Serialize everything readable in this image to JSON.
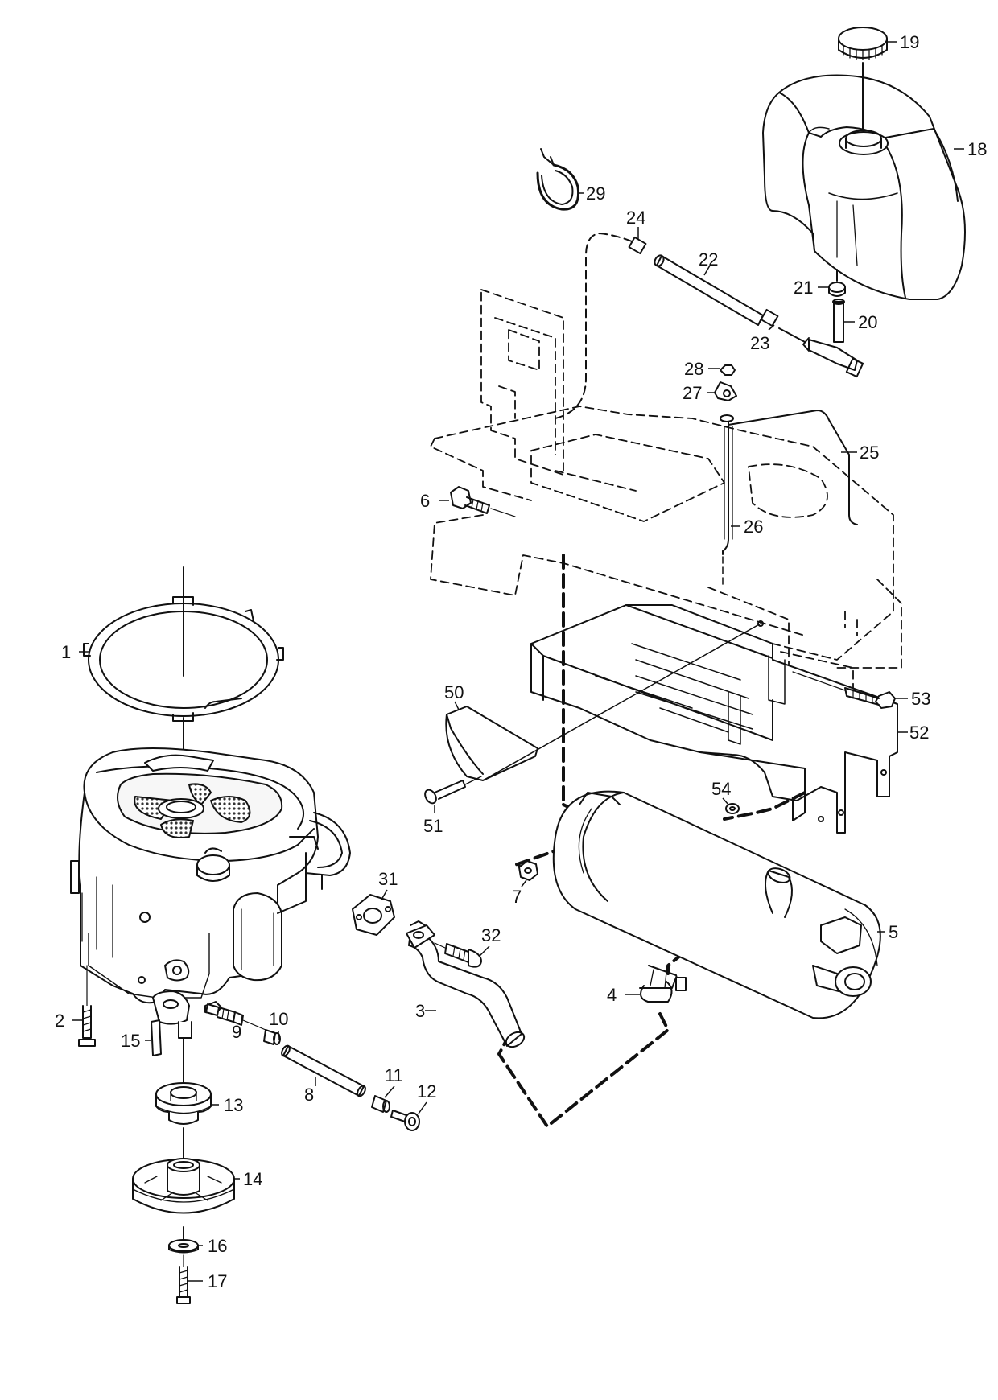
{
  "colors": {
    "ink": "#111111",
    "paper": "#ffffff",
    "mesh": "#333333",
    "shade": "#f2f2f2"
  },
  "callouts": [
    {
      "id": "1",
      "label": "1"
    },
    {
      "id": "2",
      "label": "2"
    },
    {
      "id": "3",
      "label": "3"
    },
    {
      "id": "4",
      "label": "4"
    },
    {
      "id": "5",
      "label": "5"
    },
    {
      "id": "6",
      "label": "6"
    },
    {
      "id": "7",
      "label": "7"
    },
    {
      "id": "8",
      "label": "8"
    },
    {
      "id": "9",
      "label": "9"
    },
    {
      "id": "10",
      "label": "10"
    },
    {
      "id": "11",
      "label": "11"
    },
    {
      "id": "12",
      "label": "12"
    },
    {
      "id": "13",
      "label": "13"
    },
    {
      "id": "14",
      "label": "14"
    },
    {
      "id": "15",
      "label": "15"
    },
    {
      "id": "16",
      "label": "16"
    },
    {
      "id": "17",
      "label": "17"
    },
    {
      "id": "18",
      "label": "18"
    },
    {
      "id": "19",
      "label": "19"
    },
    {
      "id": "20",
      "label": "20"
    },
    {
      "id": "21",
      "label": "21"
    },
    {
      "id": "22",
      "label": "22"
    },
    {
      "id": "23",
      "label": "23"
    },
    {
      "id": "24",
      "label": "24"
    },
    {
      "id": "25",
      "label": "25"
    },
    {
      "id": "26",
      "label": "26"
    },
    {
      "id": "27",
      "label": "27"
    },
    {
      "id": "28",
      "label": "28"
    },
    {
      "id": "29",
      "label": "29"
    },
    {
      "id": "31",
      "label": "31"
    },
    {
      "id": "32",
      "label": "32"
    },
    {
      "id": "50",
      "label": "50"
    },
    {
      "id": "51",
      "label": "51"
    },
    {
      "id": "52",
      "label": "52"
    },
    {
      "id": "53",
      "label": "53"
    },
    {
      "id": "54",
      "label": "54"
    }
  ]
}
